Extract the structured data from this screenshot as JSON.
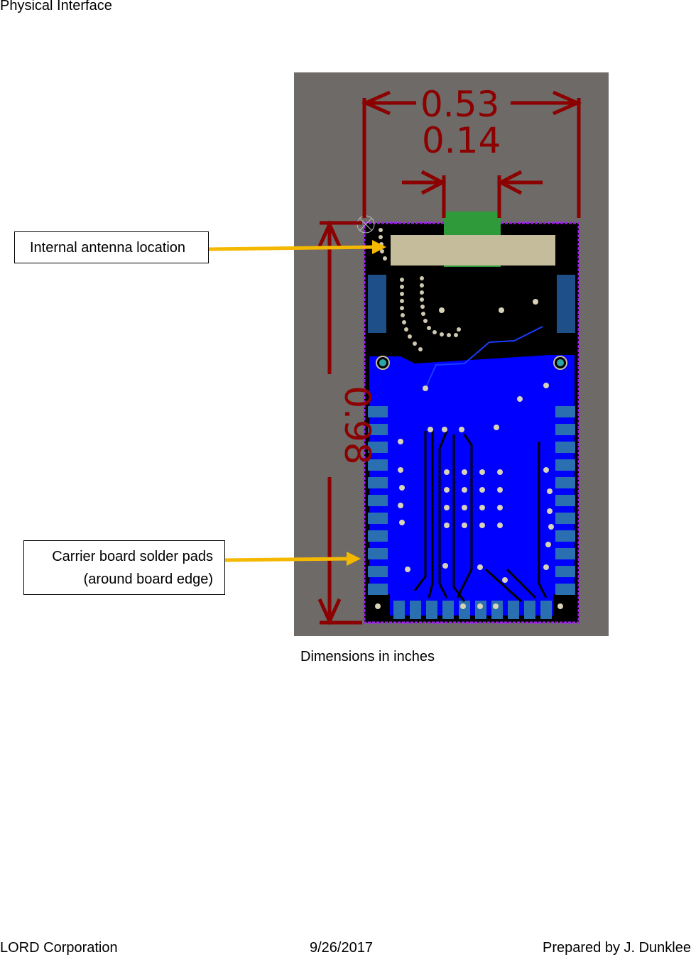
{
  "header": {
    "section_title": "Physical Interface"
  },
  "figure": {
    "dimension_width": "0.53",
    "dimension_connector": "0.14",
    "dimension_height": "0.98",
    "caption": "Dimensions in inches",
    "callouts": {
      "antenna": "Internal antenna location",
      "pads_line1": "Carrier board solder pads",
      "pads_line2": "(around board edge)"
    },
    "colors": {
      "background": "#6e6a67",
      "dimension": "#8b0000",
      "copper_pour": "#0000ff",
      "board_outline": "#a020f0",
      "pads": "#2a6fb0",
      "connector": "#2e9a3a",
      "antenna": "#c4bc9a",
      "arrow": "#f5b800"
    }
  },
  "footer": {
    "company": "LORD Corporation",
    "date": "9/26/2017",
    "author": "Prepared by J. Dunklee"
  }
}
